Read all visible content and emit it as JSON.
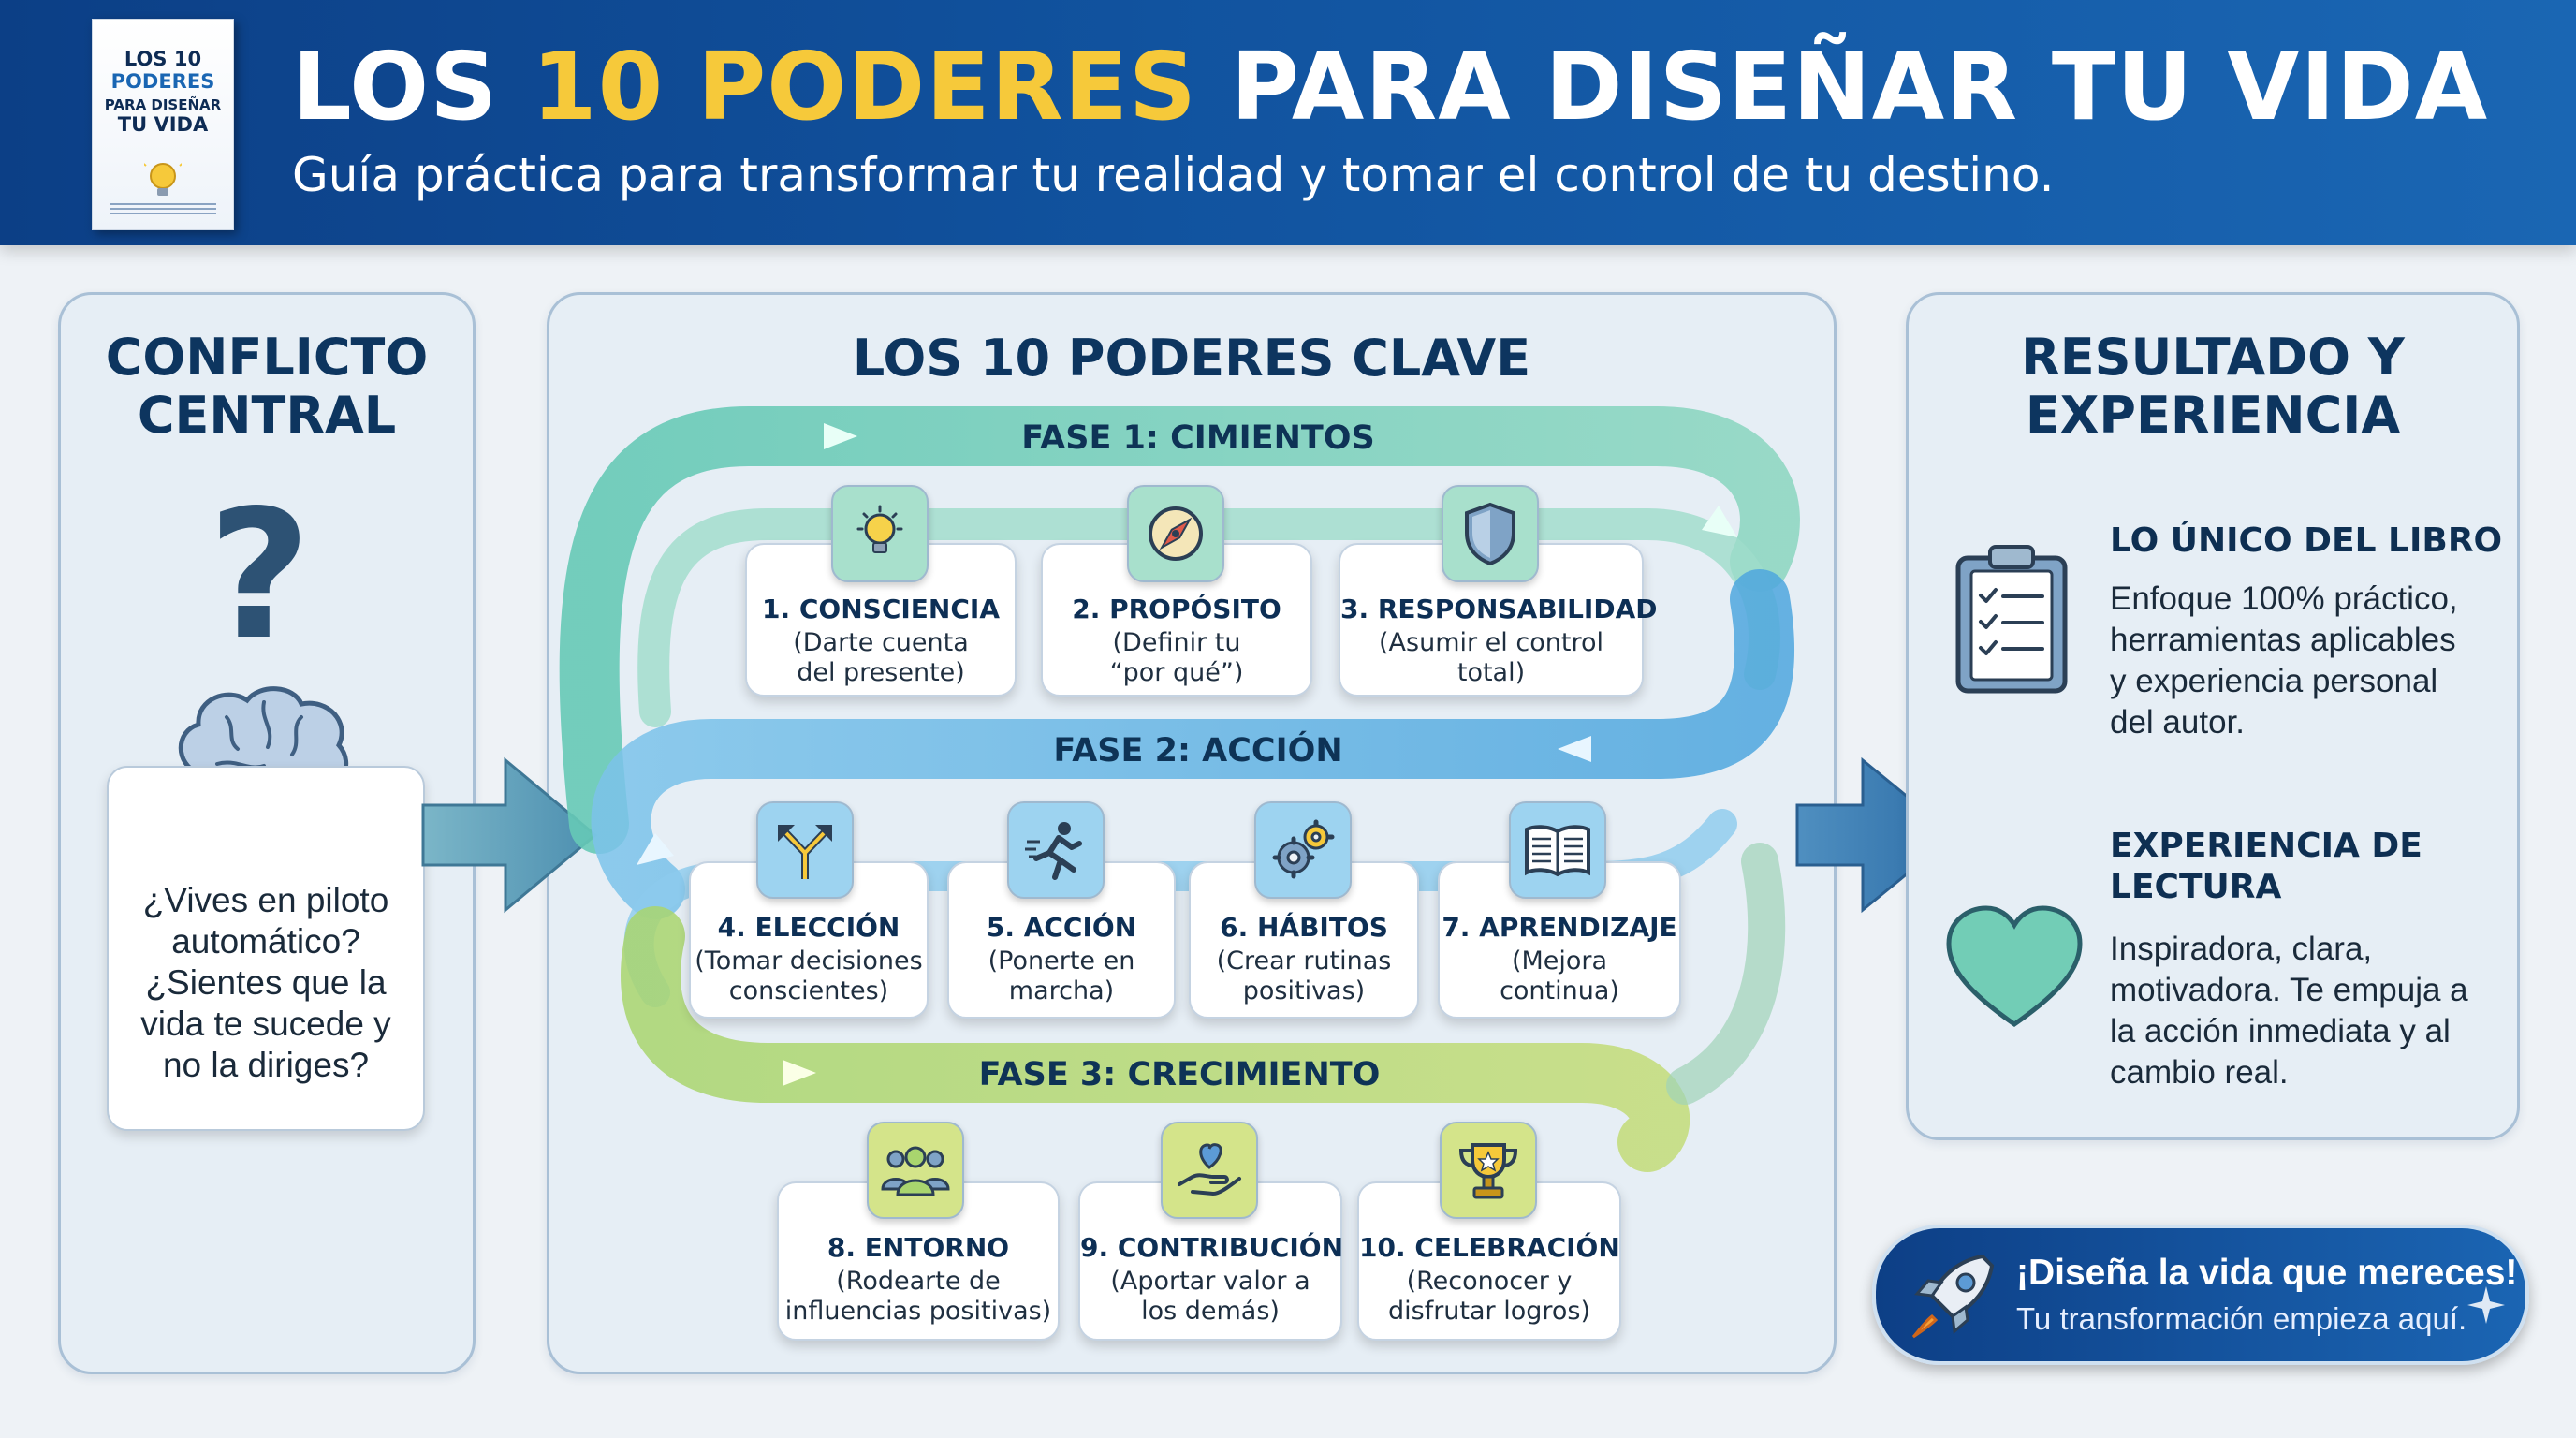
{
  "header": {
    "title_pre": "LOS ",
    "title_accent": "10 PODERES",
    "title_post": " PARA DISEÑAR TU VIDA",
    "subtitle": "Guía práctica para transformar tu realidad y tomar el control de tu destino."
  },
  "book": {
    "line1": "LOS 10",
    "line2": "PODERES",
    "line3": "PARA DISEÑAR",
    "line4": "TU VIDA"
  },
  "left_panel": {
    "title": "CONFLICTO\nCENTRAL",
    "question": "¿Vives en piloto\nautomático?\n¿Sientes que la\nvida te sucede y\nno la diriges?"
  },
  "mid_panel": {
    "title": "LOS 10 PODERES CLAVE",
    "phases": [
      {
        "label": "FASE 1: CIMIENTOS"
      },
      {
        "label": "FASE 2: ACCIÓN"
      },
      {
        "label": "FASE 3: CRECIMIENTO"
      }
    ],
    "powers": [
      {
        "title": "1. CONSCIENCIA",
        "desc": "(Darte cuenta\ndel presente)",
        "icon": "lightbulb-icon"
      },
      {
        "title": "2. PROPÓSITO",
        "desc": "(Definir tu\n“por qué”)",
        "icon": "compass-icon"
      },
      {
        "title": "3. RESPONSABILIDAD",
        "desc": "(Asumir el control\ntotal)",
        "icon": "shield-icon"
      },
      {
        "title": "4. ELECCIÓN",
        "desc": "(Tomar decisiones\nconscientes)",
        "icon": "split-arrow-icon"
      },
      {
        "title": "5. ACCIÓN",
        "desc": "(Ponerte en\nmarcha)",
        "icon": "runner-icon"
      },
      {
        "title": "6. HÁBITOS",
        "desc": "(Crear rutinas\npositivas)",
        "icon": "gears-icon"
      },
      {
        "title": "7. APRENDIZAJE",
        "desc": "(Mejora\ncontinua)",
        "icon": "book-icon"
      },
      {
        "title": "8. ENTORNO",
        "desc": "(Rodearte de\ninfluencias positivas)",
        "icon": "group-icon"
      },
      {
        "title": "9. CONTRIBUCIÓN",
        "desc": "(Aportar valor a\nlos demás)",
        "icon": "heart-hand-icon"
      },
      {
        "title": "10. CELEBRACIÓN",
        "desc": "(Reconocer y\ndisfrutar logros)",
        "icon": "trophy-icon"
      }
    ]
  },
  "right_panel": {
    "title": "RESULTADO Y\nEXPERIENCIA",
    "unique_heading": "LO ÚNICO DEL LIBRO",
    "unique_text": "Enfoque 100% práctico,\nherramientas aplicables\ny experiencia personal\ndel autor.",
    "reading_heading": "EXPERIENCIA DE\nLECTURA",
    "reading_text": "Inspiradora, clara,\nmotivadora. Te empuja a\nla acción inmediata y al\ncambio real."
  },
  "cta": {
    "line1": "¡Diseña la vida que mereces!",
    "line2": "Tu transformación empieza aquí."
  },
  "colors": {
    "header_blue": "#11539f",
    "accent_yellow": "#f6c93a",
    "teal": "#5cc6b4",
    "sky_blue": "#62b4e3",
    "lime": "#b5d66a",
    "heart_teal": "#72cdb6"
  }
}
